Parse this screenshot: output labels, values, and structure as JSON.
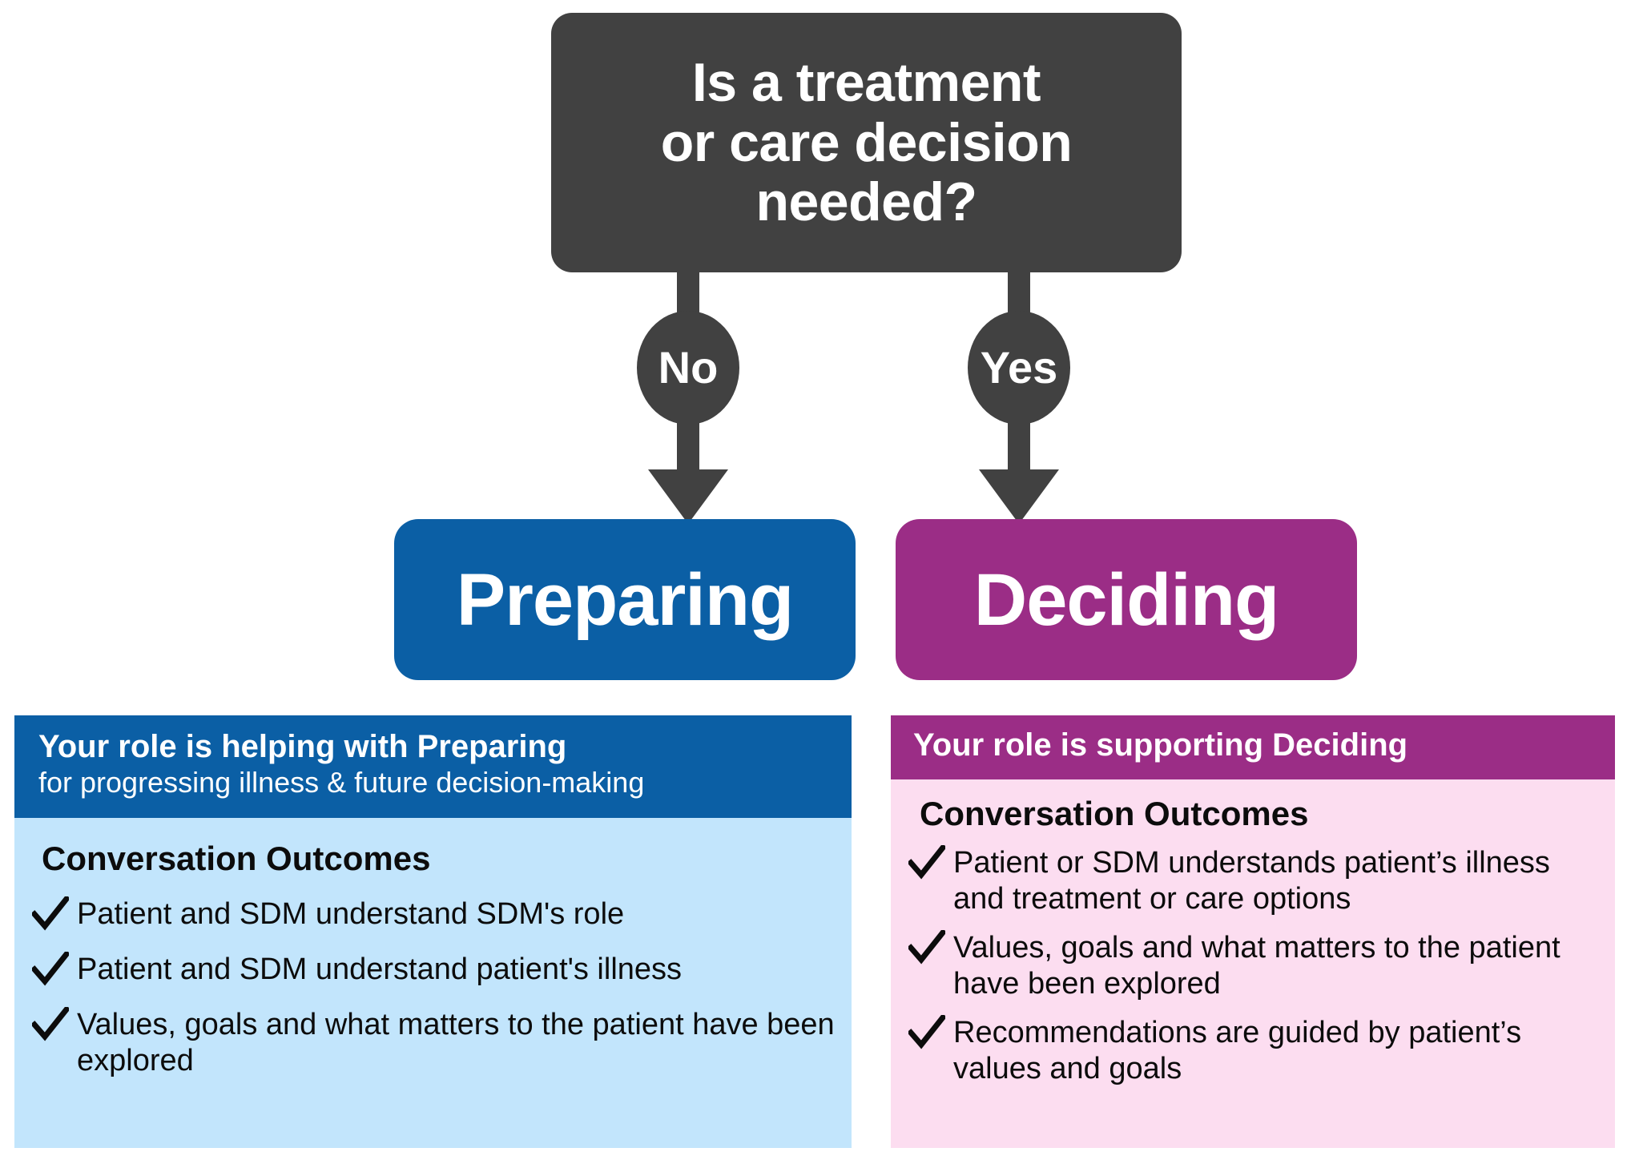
{
  "decision": {
    "question": "Is a treatment\nor care decision\nneeded?",
    "branches": [
      {
        "label": "No",
        "leads_to": "Preparing"
      },
      {
        "label": "Yes",
        "leads_to": "Deciding"
      }
    ]
  },
  "phases": {
    "preparing": {
      "title": "Preparing",
      "color": "#0B5FA5",
      "panel_bg": "#C2E5FC",
      "role_heading": "Your role is helping with Preparing",
      "role_subheading": "for progressing illness & future decision-making",
      "outcomes_title": "Conversation Outcomes",
      "outcomes": [
        "Patient and SDM understand SDM's role",
        "Patient and SDM understand patient's illness",
        "Values, goals and what matters to the patient have been explored"
      ]
    },
    "deciding": {
      "title": "Deciding",
      "color": "#9B2D86",
      "panel_bg": "#FCDDF0",
      "role_heading": "Your role is supporting Deciding",
      "outcomes_title": "Conversation Outcomes",
      "outcomes": [
        "Patient or SDM understands patient’s illness and treatment or care options",
        "Values, goals and what matters to the patient have been explored",
        "Recommendations are guided by patient’s values and goals"
      ]
    }
  },
  "icons": {
    "check": "checkmark-icon"
  },
  "colors": {
    "dark": "#414141",
    "blue": "#0B5FA5",
    "light_blue": "#C2E5FC",
    "magenta": "#9B2D86",
    "light_pink": "#FCDDF0",
    "text": "#0c0c0c",
    "white": "#ffffff"
  }
}
